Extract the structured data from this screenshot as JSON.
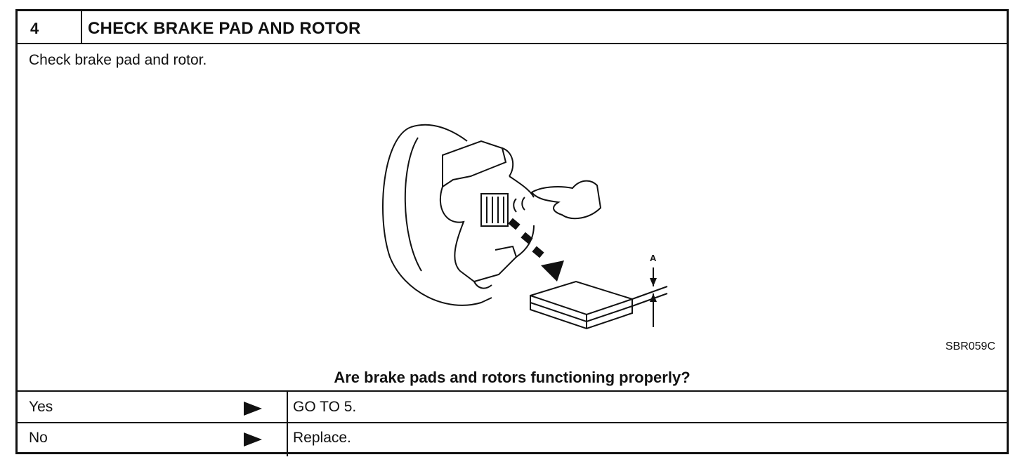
{
  "step": {
    "number": "4",
    "title": "CHECK BRAKE PAD AND ROTOR"
  },
  "instruction": "Check brake pad and rotor.",
  "figure": {
    "dimension_label": "A",
    "code": "SBR059C"
  },
  "question": "Are brake pads and rotors functioning properly?",
  "answers": [
    {
      "label": "Yes",
      "action": "GO TO 5."
    },
    {
      "label": "No",
      "action": "Replace."
    }
  ]
}
